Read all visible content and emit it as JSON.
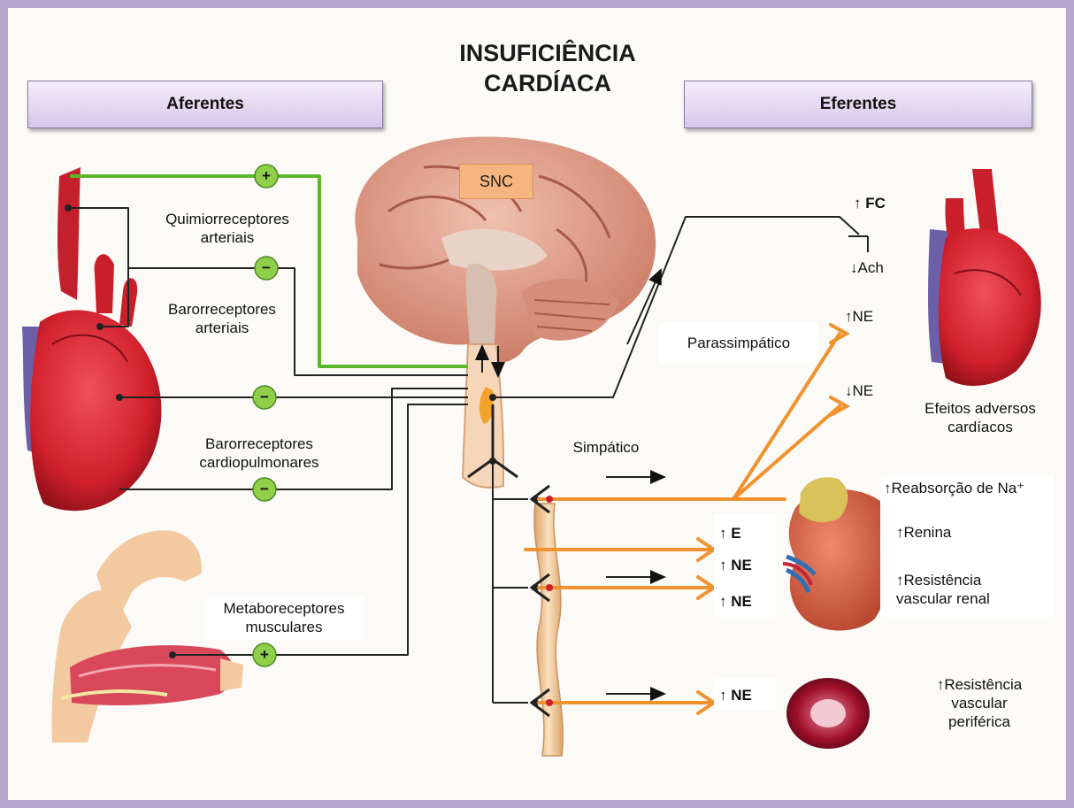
{
  "title_line1": "INSUFICIÊNCIA",
  "title_line2": "CARDÍACA",
  "headers": {
    "afferent": "Aferentes",
    "efferent": "Eferentes"
  },
  "cns_label": "SNC",
  "afferent_labels": {
    "chemoreceptors_l1": "Quimiorreceptores",
    "chemoreceptors_l2": "arteriais",
    "baroreceptors_l1": "Barorreceptores",
    "baroreceptors_l2": "arteriais",
    "cardiopulmonary_l1": "Barorreceptores",
    "cardiopulmonary_l2": "cardiopulmonares",
    "metaboreceptors_l1": "Metaboreceptores",
    "metaboreceptors_l2": "musculares"
  },
  "signs": {
    "chemo": "+",
    "baro": "−",
    "cardio_1": "−",
    "cardio_2": "−",
    "metabo": "+"
  },
  "pathways": {
    "parasympathetic": "Parassimpático",
    "sympathetic": "Simpático"
  },
  "effects": {
    "fc": "↑ FC",
    "ach": "↓Ach",
    "ne_up": "↑NE",
    "ne_down": "↓NE",
    "adverse_l1": "Efeitos adversos",
    "adverse_l2": "cardíacos",
    "na_reabsorption": "↑Reabsorção de Na⁺",
    "renin": "↑Renina",
    "renal_resistance_l1": "↑Resistência",
    "renal_resistance_l2": "vascular renal",
    "e_up": "↑ E",
    "ne_adrenal_1": "↑ NE",
    "ne_adrenal_2": "↑ NE",
    "ne_vessel": "↑ NE",
    "peripheral_l1": "↑Resistência",
    "peripheral_l2": "vascular",
    "peripheral_l3": "periférica"
  },
  "colors": {
    "frame": "#b8a6cc",
    "header_fill": "#d6c6ea",
    "green_nerve": "#5cb82a",
    "orange_nerve": "#f0922e",
    "heart_red": "#d8242e",
    "brain_pink": "#e3a08d",
    "kidney": "#d8664e",
    "adrenal": "#d9c25a",
    "sign_circle": "#8fcf4a"
  },
  "icons": [
    "heart-icon",
    "brain-icon",
    "kidney-icon",
    "arm-muscle-icon",
    "vessel-icon",
    "spinal-cord-icon"
  ]
}
